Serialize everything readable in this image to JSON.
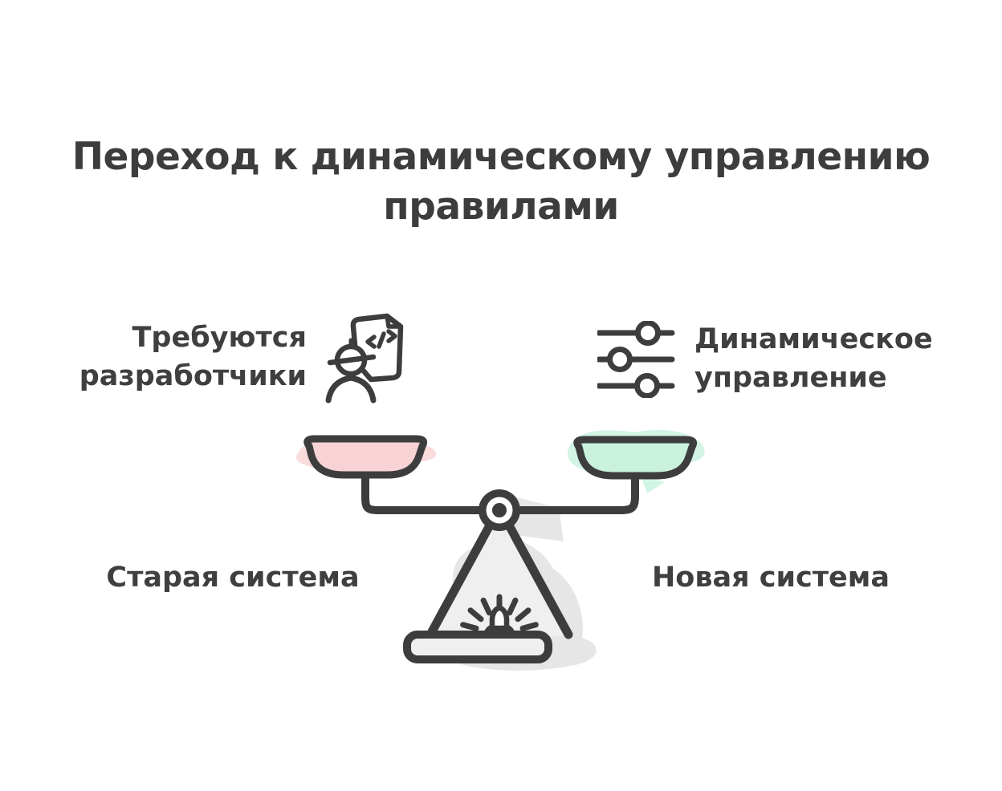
{
  "title": {
    "line1": "Переход к динамическому управлению",
    "line2": "правилами"
  },
  "comparison": {
    "left": {
      "line1": "Требуются",
      "line2": "разработчики",
      "icon": "developer-icon"
    },
    "right": {
      "line1": "Динамическое",
      "line2": "управление",
      "icon": "sliders-icon"
    }
  },
  "systems": {
    "old": {
      "label": "Старая система",
      "pan_color": "#f8d3d5",
      "smudge_color": "#fbdcdd"
    },
    "new": {
      "label": "Новая система",
      "pan_color": "#c9f1dc",
      "smudge_color": "#d2f4e4"
    }
  },
  "scale": {
    "icon": "balance-scale-icon",
    "ink_color": "#3d3d3d",
    "metal_color": "#efefef",
    "shadow_color": "#e6e6e6"
  }
}
